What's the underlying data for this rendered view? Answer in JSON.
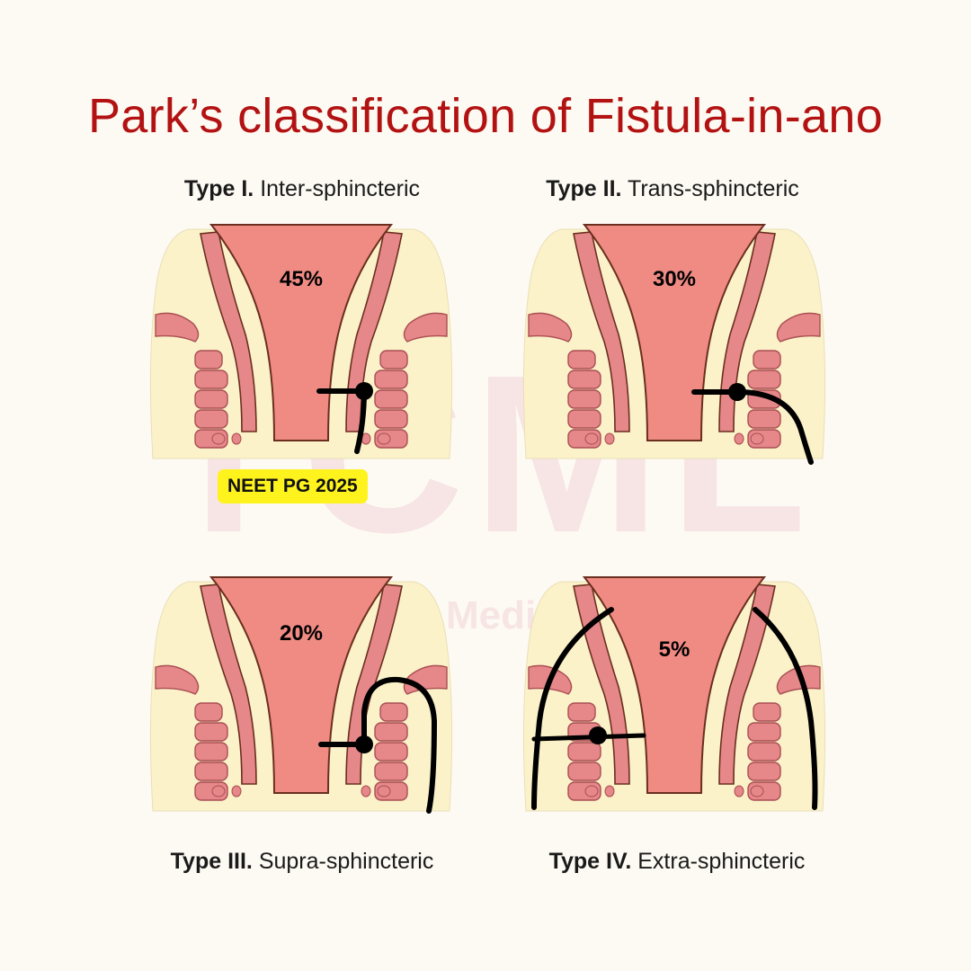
{
  "title": "Park’s classification of Fistula-in-ano",
  "watermark": {
    "main": "TCML",
    "sub": "The ... Medi... ...re"
  },
  "badge": "NEET PG 2025",
  "types": [
    {
      "type": "Type I.",
      "name": " Inter-sphincteric",
      "percent": "45%",
      "fraction": 0.45
    },
    {
      "type": "Type II.",
      "name": " Trans-sphincteric",
      "percent": "30%",
      "fraction": 0.3
    },
    {
      "type": "Type III.",
      "name": " Supra-sphincteric",
      "percent": "20%",
      "fraction": 0.2
    },
    {
      "type": "Type IV.",
      "name": " Extra-sphincteric",
      "percent": "5%",
      "fraction": 0.05
    }
  ],
  "colors": {
    "title": "#b31212",
    "skin": "#fbf2c9",
    "mucosa": "#f08b84",
    "muscle": "#e6878a",
    "outline": "#6b2f1f",
    "tract": "#000000",
    "badge": "#fff31d"
  }
}
